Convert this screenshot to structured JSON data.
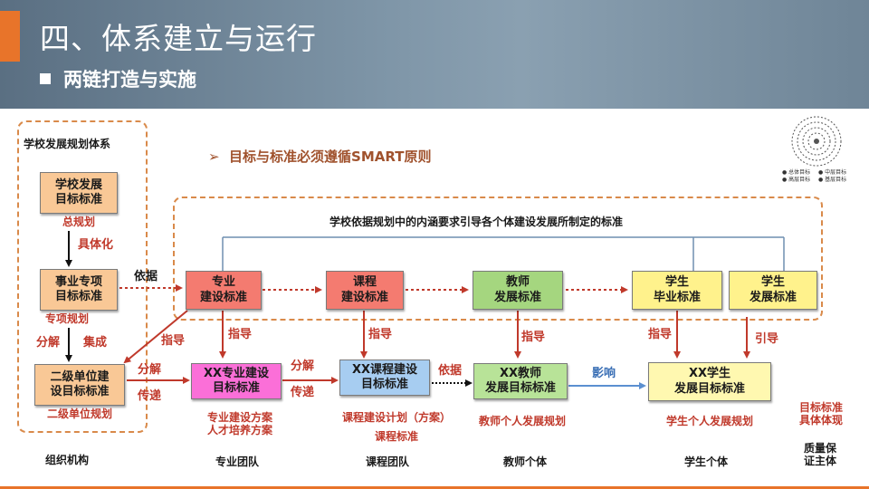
{
  "header": {
    "title": "四、体系建立与运行",
    "subtitle": "两链打造与实施"
  },
  "principle": "目标与标准必须遵循SMART原则",
  "left_column": {
    "heading": "学校发展规划体系",
    "box1": "学校发展\n目标标准",
    "box1_caption": "总规划",
    "arrow1_label": "具体化",
    "box2": "事业专项\n目标标准",
    "box2_caption": "专项规划",
    "split_label": "分解",
    "integrate_label": "集成",
    "box3": "二级单位建\n设目标标准",
    "box3_caption": "二级单位规划"
  },
  "top_banner": "学校依据规划中的内涵要求引导各个体建设发展所制定的标准",
  "basis_label": "依据",
  "standards": [
    {
      "label": "专业\n建设标准",
      "color": "#f47b70"
    },
    {
      "label": "课程\n建设标准",
      "color": "#f47b70"
    },
    {
      "label": "教师\n发展标准",
      "color": "#a5d67f"
    },
    {
      "label": "学生\n毕业标准",
      "color": "#fff28c"
    },
    {
      "label": "学生\n发展标准",
      "color": "#fff28c"
    }
  ],
  "arrow_labels": {
    "guide_left": "指导",
    "guide1": "指导",
    "guide2": "指导",
    "guide3": "指导",
    "guide4": "指导",
    "lead": "引导",
    "split": "分解",
    "deliver": "传递",
    "split2": "分解",
    "deliver2": "传递",
    "basis2": "依据",
    "influence": "影响"
  },
  "targets": [
    {
      "label": "XX专业建设\n目标标准",
      "color": "#fb6fd8"
    },
    {
      "label": "XX课程建设\n目标标准",
      "color": "#a7cdf1"
    },
    {
      "label": "XX教师\n发展目标标准",
      "color": "#b8e398"
    },
    {
      "label": "XX学生\n发展目标标准",
      "color": "#fff8b0"
    }
  ],
  "plans": {
    "major": "专业建设方案\n人才培养方案",
    "course": "课程建设计划（方案）",
    "course2": "课程标准",
    "teacher": "教师个人发展规划",
    "student": "学生个人发展规划",
    "goal": "目标标准\n具体体现"
  },
  "subjects": {
    "org": "组织机构",
    "major_team": "专业团队",
    "course_team": "课程团队",
    "teacher": "教师个体",
    "student": "学生个体",
    "qa": "质量保\n证主体"
  },
  "logo_legend": [
    "总体目标",
    "中层目标",
    "高层目标",
    "基层目标"
  ]
}
